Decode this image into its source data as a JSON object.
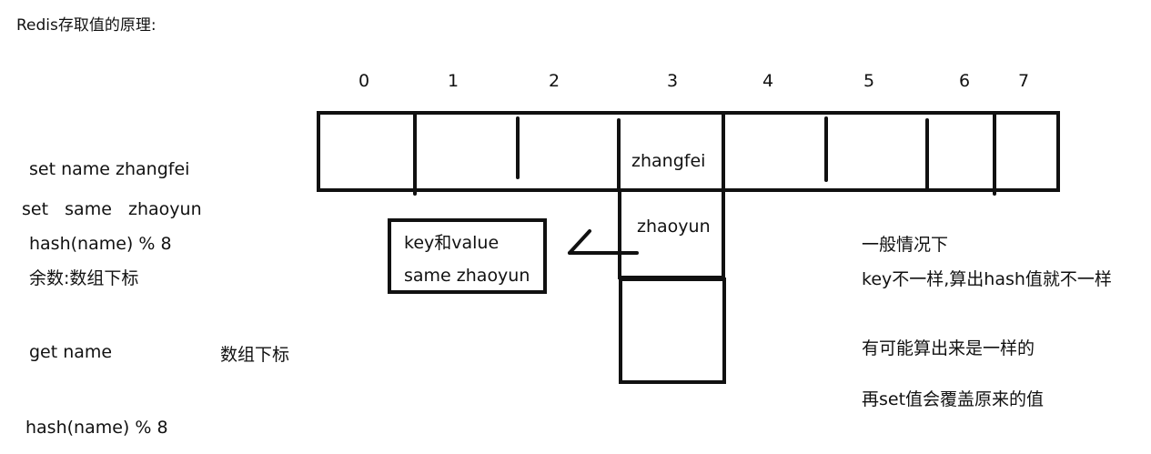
{
  "title": "Redis存取值的原理:",
  "array": {
    "indices": [
      "0",
      "1",
      "2",
      "3",
      "4",
      "5",
      "6",
      "7"
    ],
    "cell_value": "zhangfei",
    "chain_node_value": "zhaoyun"
  },
  "left_notes": {
    "cmd_set_1": "set name zhangfei",
    "cmd_set_2": "set   same   zhaoyun",
    "hash_1": "hash(name) % 8",
    "remainder": "余数:数组下标",
    "cmd_get": "get name",
    "array_index": "数组下标",
    "hash_2": "hash(name) % 8"
  },
  "entry_box": {
    "line1": "key和value",
    "line2": "same zhaoyun"
  },
  "right_notes": {
    "line1": "一般情况下",
    "line2": "key不一样,算出hash值就不一样",
    "line3": "有可能算出来是一样的",
    "line4": "再set值会覆盖原来的值"
  },
  "colors": {
    "ink": "#111111",
    "background": "#ffffff"
  }
}
